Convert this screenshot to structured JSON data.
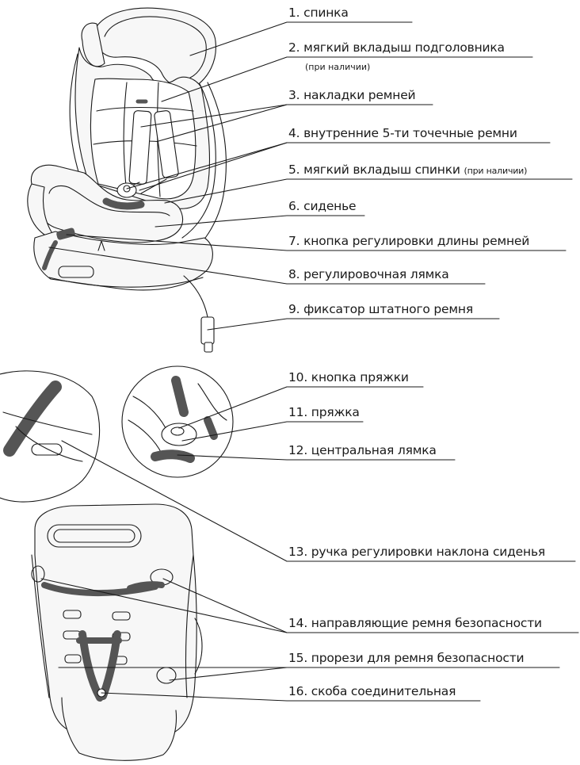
{
  "labels": [
    {
      "id": 1,
      "text": "1. спинка"
    },
    {
      "id": 2,
      "text": "2. мягкий вкладыш подголовника",
      "note": "(при наличии)"
    },
    {
      "id": 3,
      "text": "3. накладки ремней"
    },
    {
      "id": 4,
      "text": "4. внутренние 5-ти точечные ремни"
    },
    {
      "id": 5,
      "text": "5. мягкий вкладыш спинки",
      "note": "(при наличии)"
    },
    {
      "id": 6,
      "text": "6. сиденье"
    },
    {
      "id": 7,
      "text": "7. кнопка регулировки длины ремней"
    },
    {
      "id": 8,
      "text": "8. регулировочная лямка"
    },
    {
      "id": 9,
      "text": "9. фиксатор штатного ремня"
    },
    {
      "id": 10,
      "text": "10. кнопка пряжки"
    },
    {
      "id": 11,
      "text": "11. пряжка"
    },
    {
      "id": 12,
      "text": "12. центральная лямка"
    },
    {
      "id": 13,
      "text": "13. ручка регулировки наклона сиденья"
    },
    {
      "id": 14,
      "text": "14. направляющие ремня безопасности"
    },
    {
      "id": 15,
      "text": "15. прорези для ремня безопасности"
    },
    {
      "id": 16,
      "text": "16. скоба соединительная"
    }
  ],
  "colors": {
    "line": "#1a1a1a",
    "strap": "#555555",
    "shell": "#f7f7f7"
  }
}
